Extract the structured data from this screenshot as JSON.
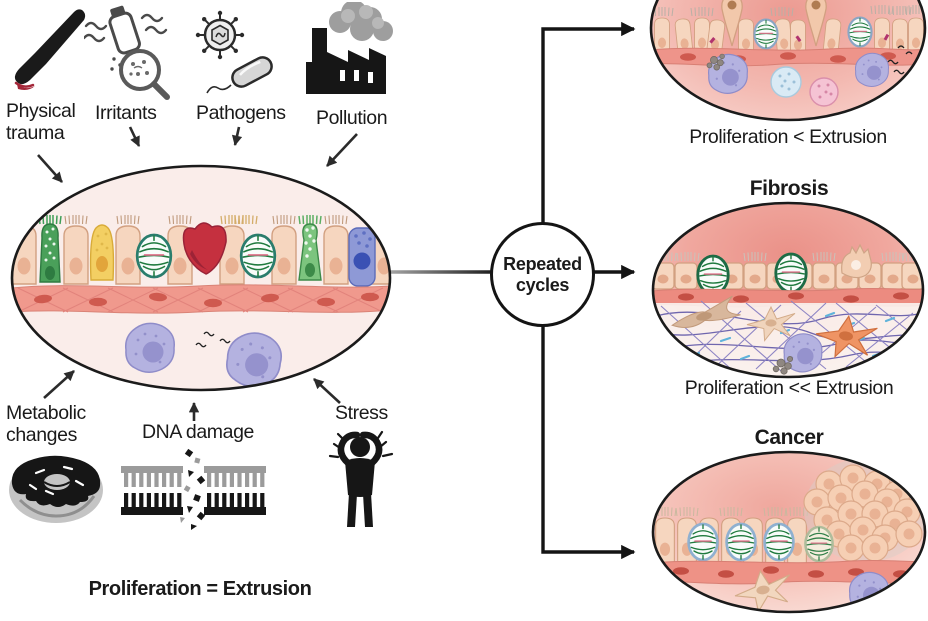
{
  "causes_top": [
    {
      "label": "Physical\ntrauma",
      "icon": "scalpel-icon"
    },
    {
      "label": "Irritants",
      "icon": "irritant-bottle-icon"
    },
    {
      "label": "Pathogens",
      "icon": "virus-bacterium-icon"
    },
    {
      "label": "Pollution",
      "icon": "factory-smoke-icon"
    }
  ],
  "causes_bottom": [
    {
      "label": "Metabolic\nchanges",
      "icon": "donut-icon"
    },
    {
      "label": "DNA damage",
      "icon": "broken-dna-icon"
    },
    {
      "label": "Stress",
      "icon": "stressed-person-icon"
    }
  ],
  "main_caption": "Proliferation = Extrusion",
  "hub_label": "Repeated\ncycles",
  "outcomes": {
    "inflammation": {
      "caption": "Proliferation < Extrusion"
    },
    "fibrosis": {
      "title": "Fibrosis",
      "caption": "Proliferation << Extrusion"
    },
    "cancer": {
      "title": "Cancer"
    }
  },
  "colors": {
    "outline_black": "#1a1a1a",
    "tissue_peach": "#f6d6bf",
    "basement_salmon": "#f0998d",
    "spindle_green": "#1f7a3e",
    "extruding_red": "#c5303f",
    "immune_purple": "#b3b1e0",
    "inflamed_pink": "#ec9a91"
  }
}
